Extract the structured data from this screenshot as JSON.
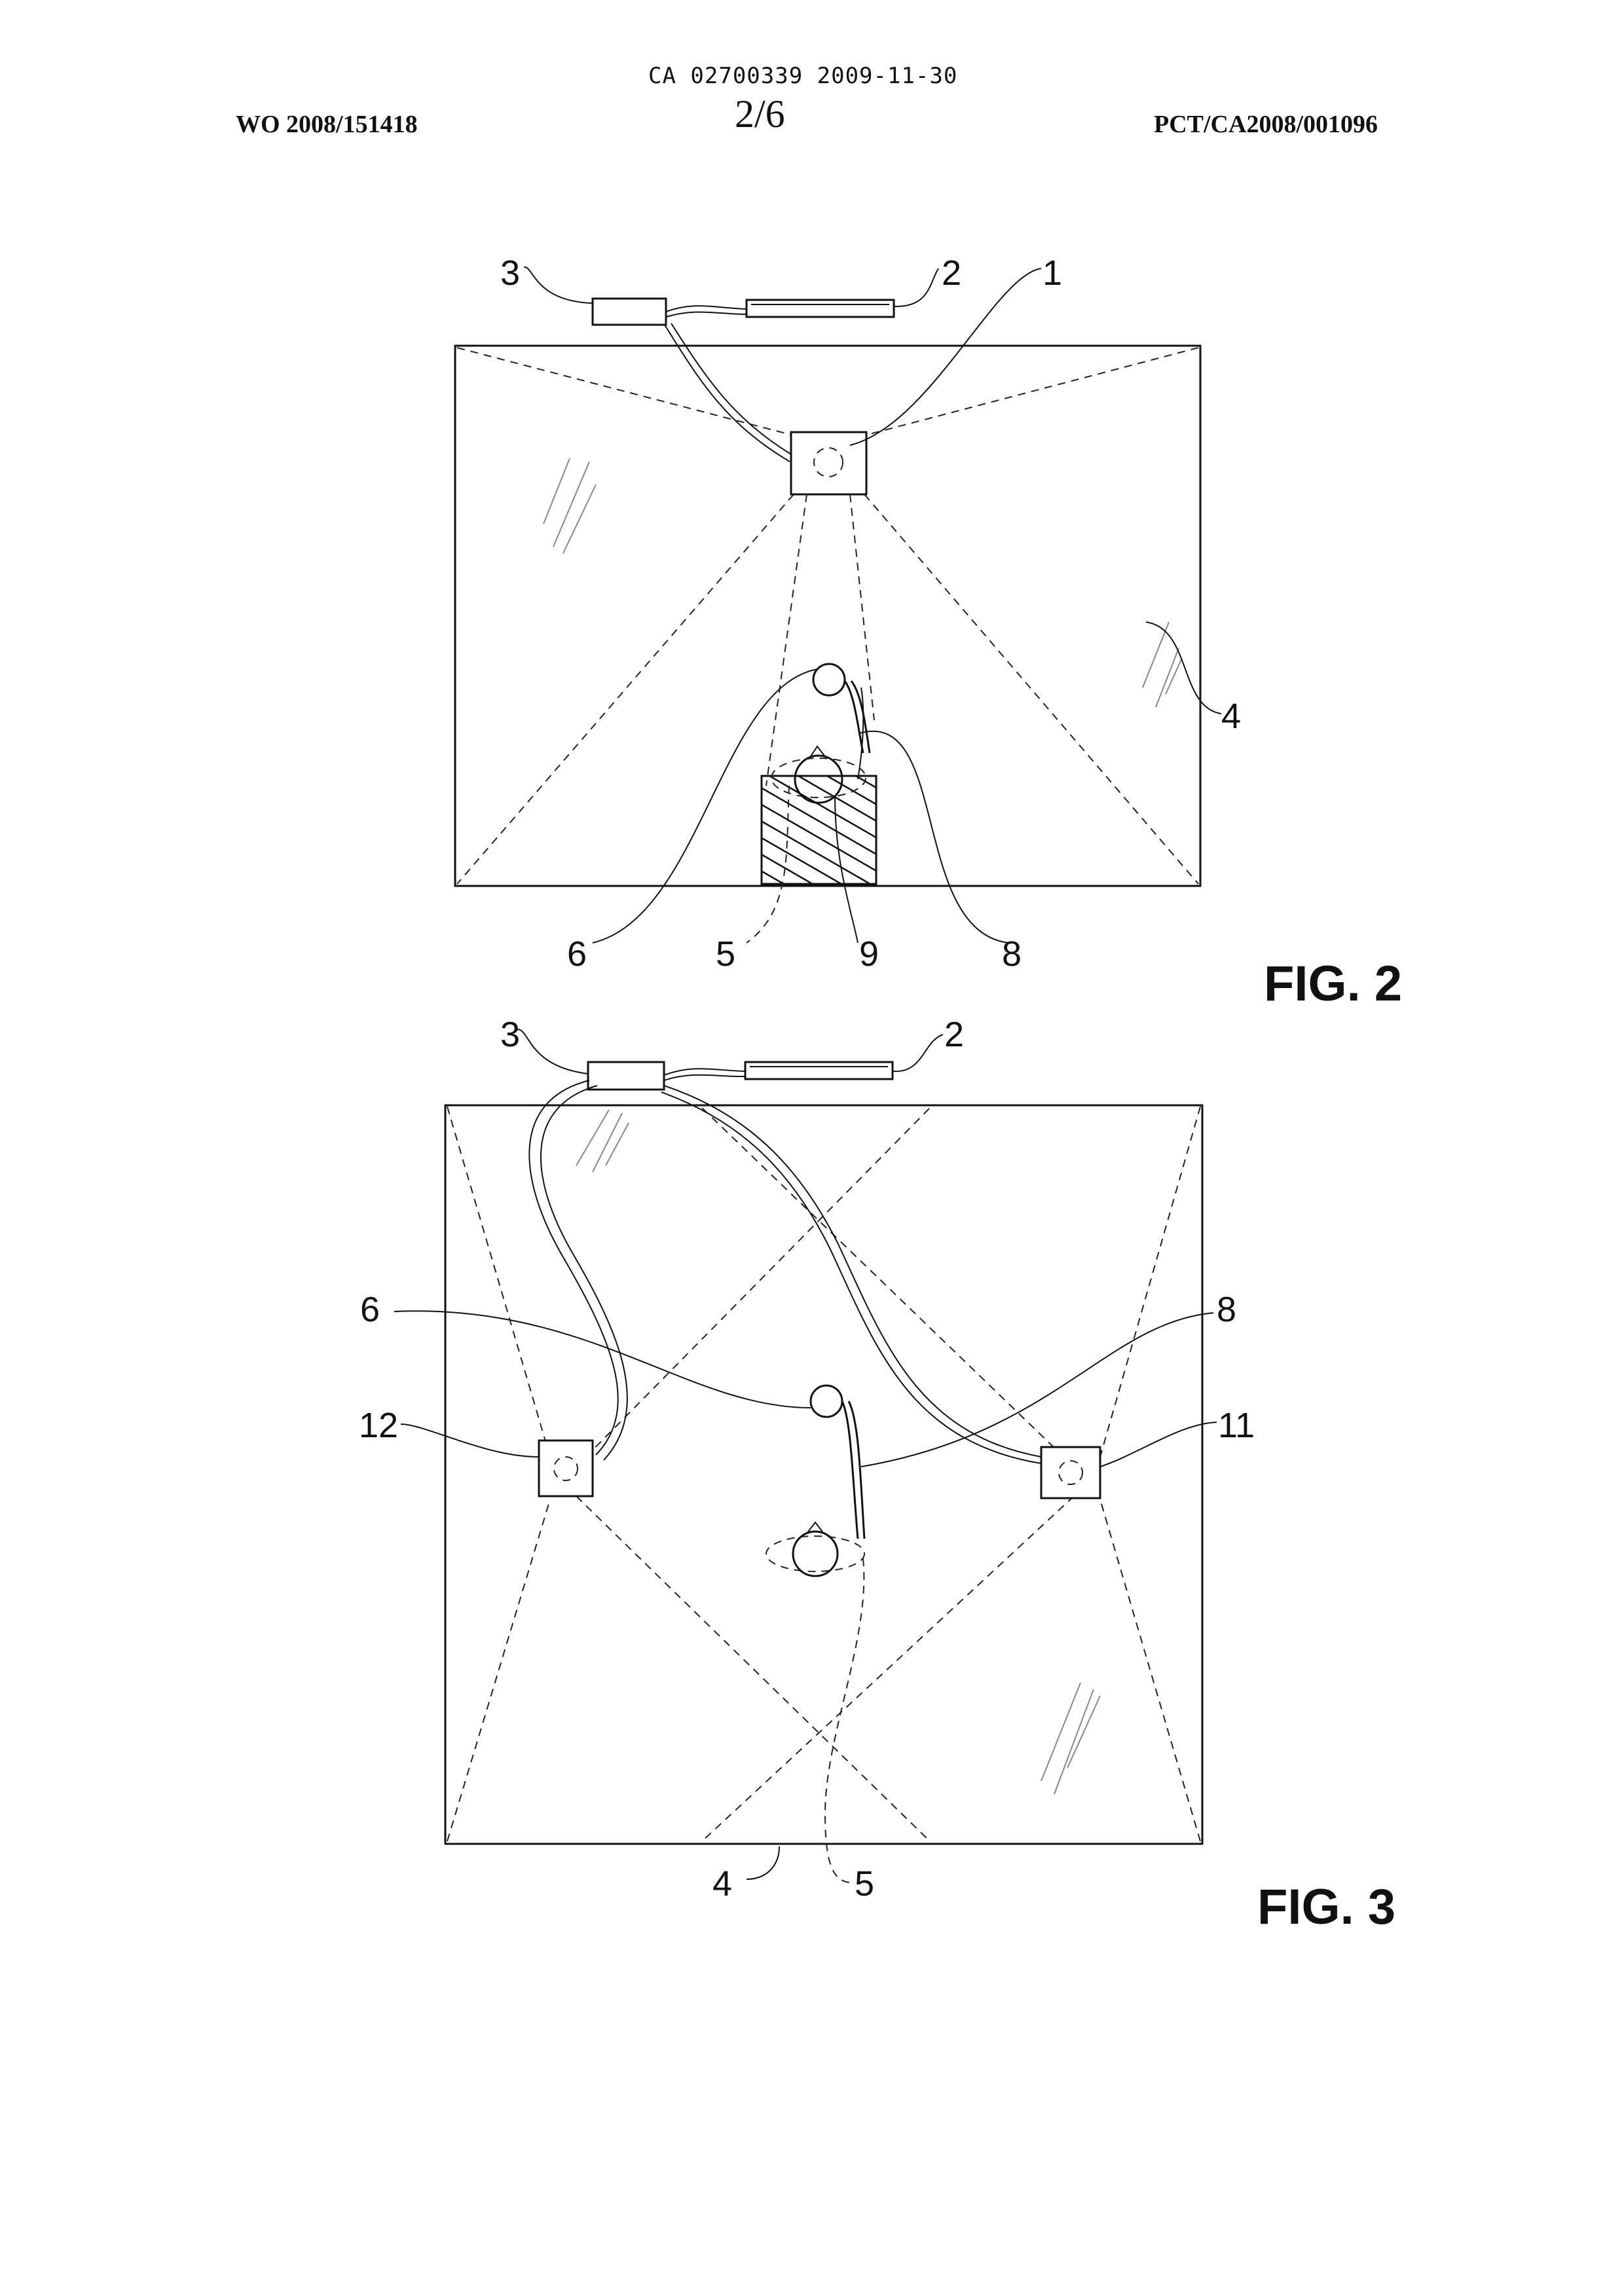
{
  "header": {
    "doc_number": "CA 02700339 2009-11-30",
    "pub_number": "WO 2008/151418",
    "page": "2/6",
    "app_number": "PCT/CA2008/001096"
  },
  "fig2": {
    "title": "FIG. 2",
    "labels": {
      "l1": "1",
      "l2": "2",
      "l3": "3",
      "l4": "4",
      "l5": "5",
      "l6": "6",
      "l8": "8",
      "l9": "9"
    }
  },
  "fig3": {
    "title": "FIG. 3",
    "labels": {
      "l2": "2",
      "l3": "3",
      "l4": "4",
      "l5": "5",
      "l6": "6",
      "l8": "8",
      "l11": "11",
      "l12": "12"
    }
  }
}
